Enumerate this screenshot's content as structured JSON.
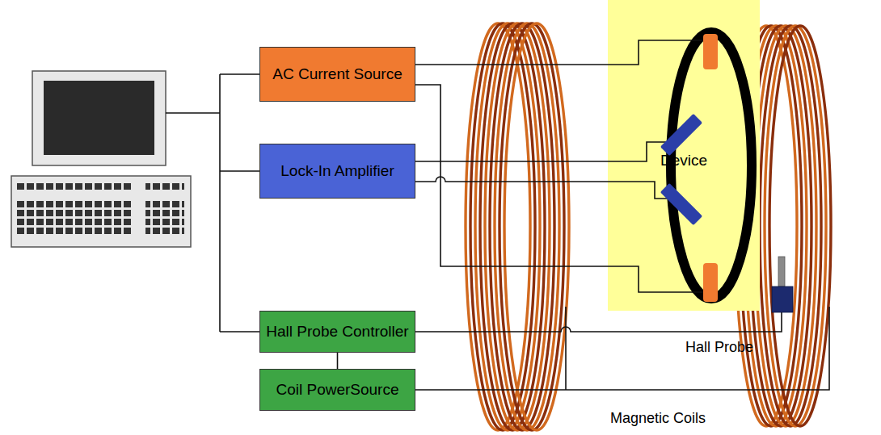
{
  "diagram": {
    "nodes": [
      {
        "text": [
          "AC Current Source"
        ]
      },
      {
        "text": [
          "Lock-In Amplifier"
        ]
      },
      {
        "text": [
          "Hall Probe Controller"
        ]
      },
      {
        "text": [
          "Coil PowerSource"
        ]
      },
      {
        "text": [
          "Device"
        ]
      }
    ],
    "edges": [
      {
        "from": 0,
        "to": 4,
        "arrow": "none"
      },
      {
        "from": 1,
        "to": 4,
        "arrow": "none"
      },
      {
        "from": 2,
        "to": 3,
        "arrow": "none"
      }
    ],
    "labels": [
      "Hall Probe",
      "Magnetic Coils"
    ]
  }
}
